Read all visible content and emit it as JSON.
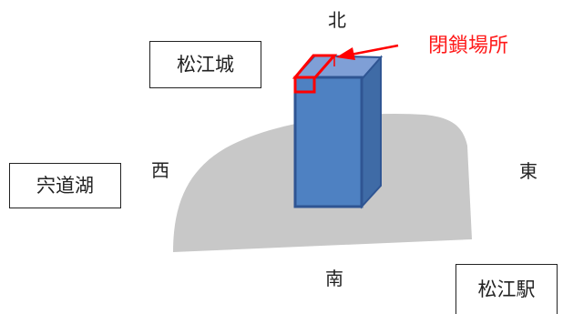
{
  "directions": {
    "north": "北",
    "south": "南",
    "east": "東",
    "west": "西"
  },
  "landmarks": {
    "castle": "松江城",
    "lake": "宍道湖",
    "station": "松江駅"
  },
  "callout": {
    "label": "閉鎖場所"
  },
  "colors": {
    "ground": "#c8c8c8",
    "building_front": "#4e81c2",
    "building_side": "#3f6ba6",
    "building_top": "#7f9fd6",
    "building_edge": "#2f5593",
    "highlight": "#ff0000"
  }
}
